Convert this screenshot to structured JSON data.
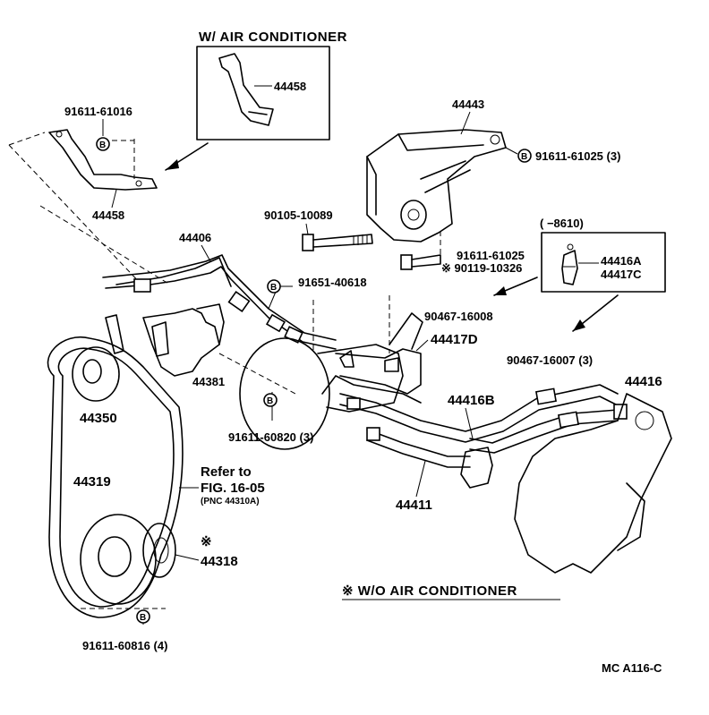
{
  "headings": {
    "with_ac": "W/ AIR CONDITIONER",
    "without_ac": "※ W/O AIR CONDITIONER"
  },
  "parts": {
    "p44458_box": "44458",
    "p91611_61016": "91611-61016",
    "p44458": "44458",
    "p44443": "44443",
    "p91611_61025_3": "91611-61025 (3)",
    "p90105_10089": "90105-10089",
    "p44406": "44406",
    "p91611_61025": "91611-61025",
    "p90119_10326": "※ 90119-10326",
    "p8610": "(      −8610)",
    "p44416A": "44416A",
    "p44417C": "44417C",
    "p91651_40618": "91651-40618",
    "p90467_16008": "90467-16008",
    "p44417D": "44417D",
    "p44381": "44381",
    "p90467_16007": "90467-16007 (3)",
    "p44416": "44416",
    "p44350": "44350",
    "p91611_60820": "91611-60820 (3)",
    "p44416B": "44416B",
    "p44319": "44319",
    "p44411": "44411",
    "p44318_mark": "※",
    "p44318": "44318",
    "p91611_60816": "91611-60816 (4)"
  },
  "refer": {
    "line1": "Refer to",
    "line2": "FIG. 16-05",
    "line3": "(PNC 44310A)"
  },
  "bolt_badge": "B",
  "diagram_code": "MC  A116-C"
}
